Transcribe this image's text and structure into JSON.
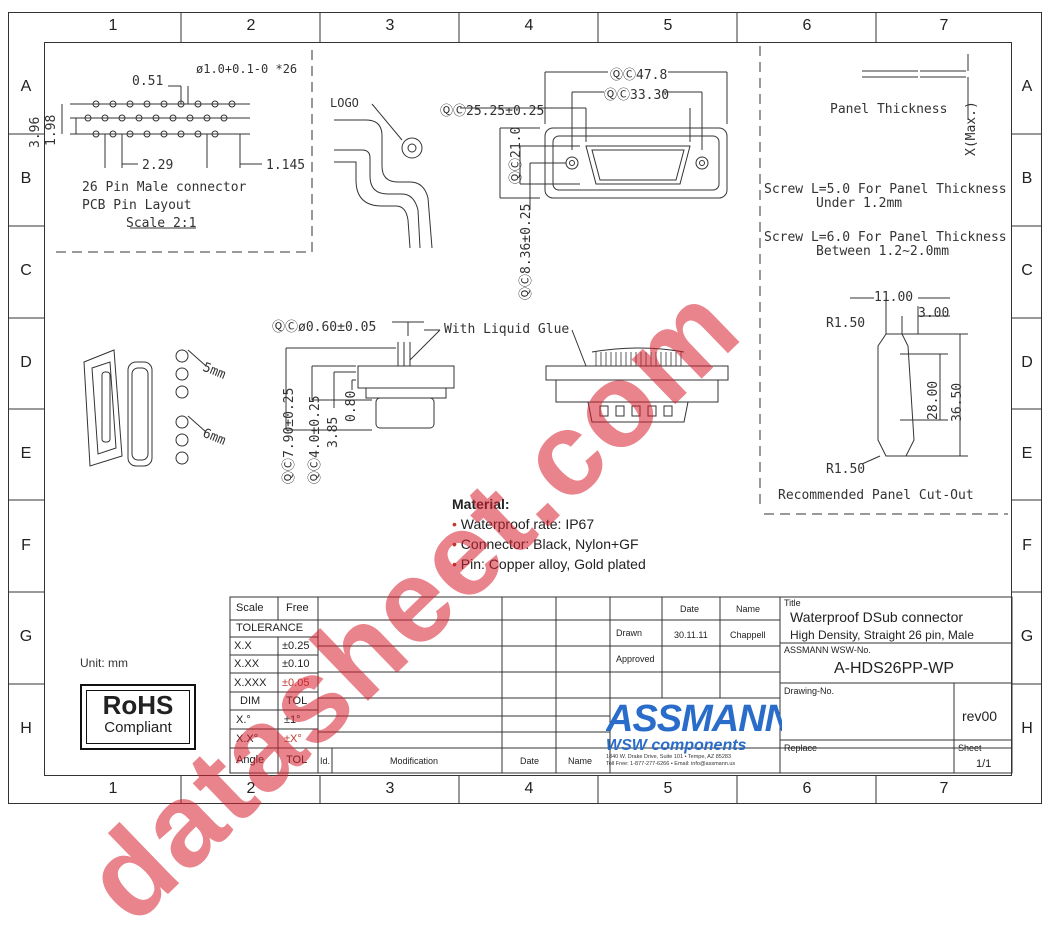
{
  "zones": {
    "columns": [
      "1",
      "2",
      "3",
      "4",
      "5",
      "6",
      "7"
    ],
    "rows": [
      "A",
      "B",
      "C",
      "D",
      "E",
      "F",
      "G",
      "H"
    ]
  },
  "pcb": {
    "dim_051": "0.51",
    "dim_hole": "ø1.0+0.1-0 *26",
    "dim_396": "3.96",
    "dim_198": "1.98",
    "dim_229": "2.29",
    "dim_1145": "1.145",
    "title1": "26 Pin Male connector",
    "title2": "PCB Pin Layout",
    "scale": "Scale 2:1"
  },
  "cable": {
    "logo": "LOGO"
  },
  "front": {
    "d4778": "ⓆⒸ47.8",
    "d3330": "ⓆⒸ33.30",
    "d2525": "ⓆⒸ25.25±0.25",
    "d210": "ⓆⒸ21.0",
    "d836": "ⓆⒸ8.36±0.25"
  },
  "panel": {
    "thickness": "Panel Thickness",
    "xmax": "X(Max.)",
    "screw1a": "Screw  L=5.0 For Panel Thickness",
    "screw1b": "Under 1.2mm",
    "screw2a": "Screw  L=6.0 For Panel Thickness",
    "screw2b": "Between 1.2~2.0mm",
    "d1100": "11.00",
    "d300": "3.00",
    "r150a": "R1.50",
    "r150b": "R1.50",
    "d2800": "28.00",
    "d3650": "36.50",
    "cutout": "Recommended Panel Cut-Out"
  },
  "side": {
    "d060": "ⓆⒸø0.60±0.05",
    "glue": "With Liquid Glue",
    "d790": "ⓆⒸ7.90±0.25",
    "d40": "ⓆⒸ4.0±0.25",
    "d385": "3.85",
    "d080": "0.80"
  },
  "kit": {
    "s5": "5mm",
    "s6": "6mm"
  },
  "material": {
    "head": "Material:",
    "items": [
      "Waterproof rate: IP67",
      "Connector: Black, Nylon+GF",
      "Pin: Copper alloy, Gold plated"
    ]
  },
  "unit": "Unit: mm",
  "rohs": {
    "line1": "RoHS",
    "line2": "Compliant"
  },
  "tolerance": {
    "scale_label": "Scale",
    "scale_value": "Free",
    "tol_head": "TOLERANCE",
    "rows": [
      {
        "k": "X.X",
        "v": "±0.25"
      },
      {
        "k": "X.XX",
        "v": "±0.10"
      },
      {
        "k": "X.XXX",
        "v": "±0.05"
      },
      {
        "k": "DIM",
        "v": "TOL"
      },
      {
        "k": "X.°",
        "v": "±1°"
      },
      {
        "k": "X.X°",
        "v": "±X°"
      },
      {
        "k": "Angle",
        "v": "TOL"
      }
    ]
  },
  "revision": {
    "id": "Id.",
    "modification": "Modification",
    "date": "Date",
    "name": "Name"
  },
  "approval": {
    "date_head": "Date",
    "name_head": "Name",
    "drawn": "Drawn",
    "drawn_date": "30.11.11",
    "drawn_name": "Chappell",
    "approved": "Approved"
  },
  "company": {
    "logo": "ASSMANN",
    "sub": "WSW components",
    "addr1": "1840 W. Drake Drive, Suite 101 • Tempe, AZ 85283",
    "addr2": "Toll Free: 1-877-277-6266 • Email: info@assmann.us"
  },
  "title_block": {
    "title_label": "Title",
    "title1": "Waterproof DSub connector",
    "title2": "High Density, Straight 26 pin, Male",
    "wsw_label": "ASSMANN WSW-No.",
    "wsw_value": "A-HDS26PP-WP",
    "drawing_label": "Drawing-No.",
    "rev": "rev00",
    "replace": "Replace",
    "sheet_label": "Sheet",
    "sheet_value": "1/1"
  },
  "watermark": "datasheet.com",
  "colors": {
    "watermark": "#d71e2d",
    "logo_blue": "#2a6cc9",
    "material_red": "#c0392b"
  }
}
